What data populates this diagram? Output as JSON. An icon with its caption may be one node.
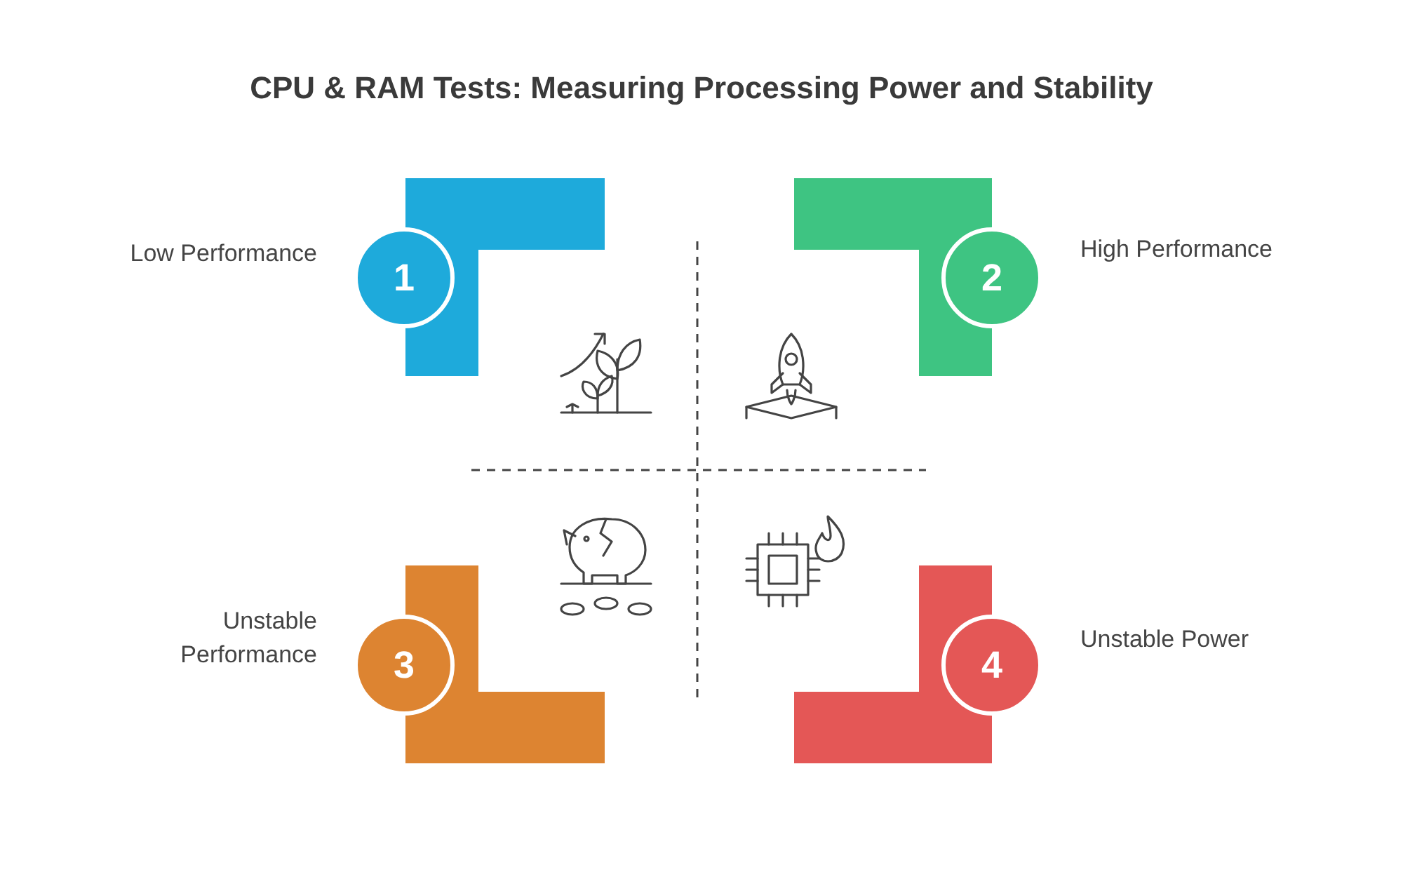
{
  "diagram": {
    "title": "CPU & RAM Tests: Measuring Processing Power and Stability",
    "nodes": [
      {
        "text": [
          "1"
        ],
        "beside": [
          "Low Performance"
        ]
      },
      {
        "text": [
          "2"
        ],
        "beside": [
          "High Performance"
        ]
      },
      {
        "text": [
          "3"
        ],
        "beside": [
          "Unstable Performance"
        ]
      },
      {
        "text": [
          "4"
        ],
        "beside": [
          "Unstable Power"
        ]
      }
    ]
  }
}
